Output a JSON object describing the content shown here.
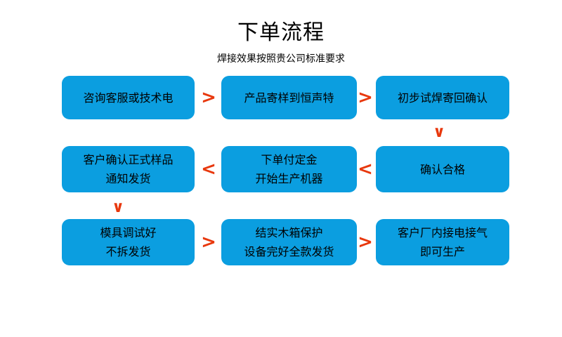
{
  "header": {
    "title": "下单流程",
    "subtitle": "焊接效果按照贵公司标准要求"
  },
  "colors": {
    "box_fill": "#0b9ee0",
    "arrow": "#e8380d",
    "text": "#000000",
    "background": "#ffffff"
  },
  "chart_data": {
    "type": "diagram",
    "title": "下单流程",
    "subtitle": "焊接效果按照贵公司标准要求",
    "layout": "3-column serpentine flowchart, 3 rows",
    "nodes": [
      {
        "id": "n1",
        "row": 1,
        "col": 1,
        "lines": [
          "咨询客服或技术电"
        ]
      },
      {
        "id": "n2",
        "row": 1,
        "col": 2,
        "lines": [
          "产品寄样到恒声特"
        ]
      },
      {
        "id": "n3",
        "row": 1,
        "col": 3,
        "lines": [
          "初步试焊寄回确认"
        ]
      },
      {
        "id": "n4",
        "row": 2,
        "col": 3,
        "lines": [
          "确认合格"
        ]
      },
      {
        "id": "n5",
        "row": 2,
        "col": 2,
        "lines": [
          "下单付定金",
          "开始生产机器"
        ]
      },
      {
        "id": "n6",
        "row": 2,
        "col": 1,
        "lines": [
          "客户确认正式样品",
          "通知发货"
        ]
      },
      {
        "id": "n7",
        "row": 3,
        "col": 1,
        "lines": [
          "模具调试好",
          "不拆发货"
        ]
      },
      {
        "id": "n8",
        "row": 3,
        "col": 2,
        "lines": [
          "结实木箱保护",
          "设备完好全款发货"
        ]
      },
      {
        "id": "n9",
        "row": 3,
        "col": 3,
        "lines": [
          "客户厂内接电接气",
          "即可生产"
        ]
      }
    ],
    "connectors": [
      {
        "from": "n1",
        "to": "n2",
        "glyph": ">",
        "direction": "right"
      },
      {
        "from": "n2",
        "to": "n3",
        "glyph": ">",
        "direction": "right"
      },
      {
        "from": "n3",
        "to": "n4",
        "glyph": "∨",
        "direction": "down"
      },
      {
        "from": "n4",
        "to": "n5",
        "glyph": "<",
        "direction": "left"
      },
      {
        "from": "n5",
        "to": "n6",
        "glyph": "<",
        "direction": "left"
      },
      {
        "from": "n6",
        "to": "n7",
        "glyph": "∨",
        "direction": "down"
      },
      {
        "from": "n7",
        "to": "n8",
        "glyph": ">",
        "direction": "right"
      },
      {
        "from": "n8",
        "to": "n9",
        "glyph": ">",
        "direction": "right"
      }
    ]
  },
  "nodes": {
    "n1": {
      "l1": "咨询客服或技术电"
    },
    "n2": {
      "l1": "产品寄样到恒声特"
    },
    "n3": {
      "l1": "初步试焊寄回确认"
    },
    "n4": {
      "l1": "确认合格"
    },
    "n5": {
      "l1": "下单付定金",
      "l2": "开始生产机器"
    },
    "n6": {
      "l1": "客户确认正式样品",
      "l2": "通知发货"
    },
    "n7": {
      "l1": "模具调试好",
      "l2": "不拆发货"
    },
    "n8": {
      "l1": "结实木箱保护",
      "l2": "设备完好全款发货"
    },
    "n9": {
      "l1": "客户厂内接电接气",
      "l2": "即可生产"
    }
  },
  "arrows": {
    "a1": {
      "glyph": ">"
    },
    "a2": {
      "glyph": ">"
    },
    "a3": {
      "glyph": "∨"
    },
    "a4": {
      "glyph": "<"
    },
    "a5": {
      "glyph": "<"
    },
    "a6": {
      "glyph": "∨"
    },
    "a7": {
      "glyph": ">"
    },
    "a8": {
      "glyph": ">"
    }
  }
}
